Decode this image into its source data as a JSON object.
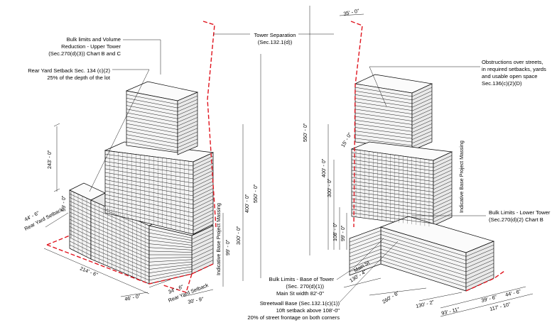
{
  "colors": {
    "setback_line": "#e0141e",
    "building_stroke": "#000000",
    "background": "#ffffff"
  },
  "left_view": {
    "labels": {
      "bulk_limits_line1": "Bulk limits and Volume",
      "bulk_limits_line2": "Reduction - Upper Tower",
      "bulk_limits_line3": "(Sec.270(d)(3)) Chart B and C",
      "rear_yard_line1": "Rear Yard Setback Sec. 134 (c)(2)",
      "rear_yard_line2": "25% of the depth of the lot",
      "rear_yard_setback_a": "Rear Yard Setback",
      "rear_yard_setback_b": "Rear Yard Setback",
      "indicative_massing": "Indicative Base Project Massing"
    },
    "dimensions": {
      "h243": "243' - 0\"",
      "h99": "99' - 0\"",
      "d44_6": "44' - 6\"",
      "d214_6": "214' - 6\"",
      "d46": "46' - 0\"",
      "d34_6": "34' - 6\"",
      "d30_9": "30' - 9\"",
      "h99b": "99' - 0\"",
      "h300": "300' - 0\"",
      "h400": "400' - 0\"",
      "h550": "550' - 0\""
    }
  },
  "center": {
    "tower_separation_line1": "Tower Separation",
    "tower_separation_line2": "(Sec.132.1(d))"
  },
  "right_view": {
    "labels": {
      "obstructions_line1": "Obstructions over streets,",
      "obstructions_line2": "in required setbacks, yards",
      "obstructions_line3": "and usable open space",
      "obstructions_line4": "Sec.136(c)(2)(D)",
      "indicative_massing": "Indicative Base Project Massing",
      "bulk_lower_line1": "Bulk Limits - Lower Tower",
      "bulk_lower_line2": "(Sec.270(d)(2) Chart B",
      "bulk_base_line1": "Bulk Limits - Base of Tower",
      "bulk_base_line2": "(Sec. 270(d)(1))",
      "bulk_base_line3": "Main St width 82'-0\"",
      "streetwall_line1": "Streetwall Base (Sec.132.1(c)(1))",
      "streetwall_line2": "10ft setback above 108'-0\"",
      "streetwall_line3": "20% of street frontage on both corners",
      "main_st": "Main St"
    },
    "dimensions": {
      "d35": "35' - 0\"",
      "h550": "550' - 0\"",
      "h400": "400' - 0\"",
      "h300": "300' - 0\"",
      "h108": "108' - 0\"",
      "h99": "99' - 0\"",
      "d15": "15' - 0\"",
      "d130_4": "130' - 4\"",
      "d260_6": "260' - 6\"",
      "d130_2": "130' - 2\"",
      "d93_11": "93' - 11\"",
      "d117_10": "117' - 10\"",
      "d39_6": "39' - 6\"",
      "d44_6": "44' - 6\""
    }
  }
}
